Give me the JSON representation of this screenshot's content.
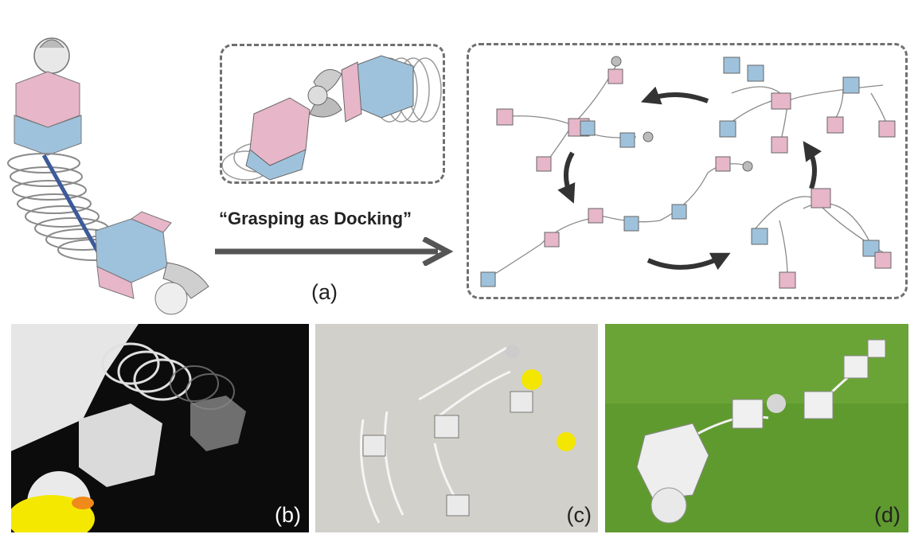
{
  "top_section": {
    "tagline": "“Grasping as Docking”",
    "label_a": "(a)"
  },
  "photos": {
    "label_b": "(b)",
    "label_c": "(c)",
    "label_d": "(d)"
  },
  "colors": {
    "module_pink": "#e7b6c9",
    "module_blue": "#9fc2dc",
    "spring_gray": "#9a9a9a",
    "arrow_gray": "#555555",
    "grass_green": "#5f9a2e",
    "duck_yellow": "#f3e600"
  }
}
